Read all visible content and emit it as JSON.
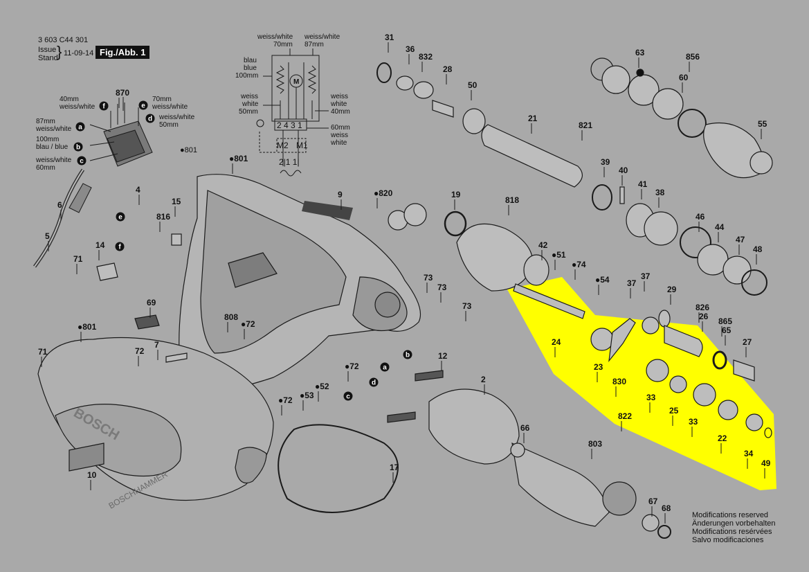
{
  "header": {
    "doc_number": "3 603 C44 301",
    "issue_label": "Issue",
    "stand_label": "Stand",
    "date": "11-09-14",
    "figure_label": "Fig./Abb. 1"
  },
  "modifications": [
    "Modifications reserved",
    "Änderungen vorbehalten",
    "Modifications resérvées",
    "Salvo modificaciones"
  ],
  "wiring": {
    "left_top": "weiss/white",
    "left_top_len": "70mm",
    "right_top": "weiss/white",
    "right_top_len": "87mm",
    "blue": "blau",
    "blue_en": "blue",
    "blue_len": "100mm",
    "left_mid": "weiss",
    "left_mid_en": "white",
    "left_mid_len": "50mm",
    "right_mid": "weiss",
    "right_mid_en": "white",
    "right_mid_len": "40mm",
    "right_low_len": "60mm",
    "right_low": "weiss",
    "right_low_en": "white",
    "terminals": "2 4 3 1",
    "motor": "M",
    "m2": "M2",
    "m1": "M1",
    "bottom_terms": "2|1  1|",
    "earth_symbol": "⏚"
  },
  "switch_labels": {
    "w40": "40mm",
    "w40b": "weiss/white",
    "w87": "87mm",
    "w87b": "weiss/white",
    "b100": "100mm",
    "b100b": "blau / blue",
    "w60": "weiss/white",
    "w60b": "60mm",
    "w70": "70mm",
    "w70b": "weiss/white",
    "w50a": "weiss/white",
    "w50b": "50mm"
  },
  "legend_dot": "●801",
  "callouts": [
    {
      "id": "c31",
      "text": "31"
    },
    {
      "id": "c36",
      "text": "36"
    },
    {
      "id": "c832",
      "text": "832"
    },
    {
      "id": "c28",
      "text": "28"
    },
    {
      "id": "c50",
      "text": "50"
    },
    {
      "id": "c21",
      "text": "21"
    },
    {
      "id": "c821",
      "text": "821"
    },
    {
      "id": "c63",
      "text": "63"
    },
    {
      "id": "c856",
      "text": "856"
    },
    {
      "id": "c60",
      "text": "60"
    },
    {
      "id": "c55",
      "text": "55"
    },
    {
      "id": "c39",
      "text": "39"
    },
    {
      "id": "c40",
      "text": "40"
    },
    {
      "id": "c41",
      "text": "41"
    },
    {
      "id": "c38",
      "text": "38"
    },
    {
      "id": "c46",
      "text": "46"
    },
    {
      "id": "c44",
      "text": "44"
    },
    {
      "id": "c47",
      "text": "47"
    },
    {
      "id": "c48",
      "text": "48"
    },
    {
      "id": "c870",
      "text": "870"
    },
    {
      "id": "c4",
      "text": "4"
    },
    {
      "id": "c6",
      "text": "6"
    },
    {
      "id": "c5",
      "text": "5"
    },
    {
      "id": "c801a",
      "text": "●801"
    },
    {
      "id": "c9",
      "text": "9"
    },
    {
      "id": "c820",
      "text": "●820"
    },
    {
      "id": "c19",
      "text": "19"
    },
    {
      "id": "c818",
      "text": "818"
    },
    {
      "id": "c42",
      "text": "42"
    },
    {
      "id": "c816",
      "text": "816"
    },
    {
      "id": "c15",
      "text": "15"
    },
    {
      "id": "c14",
      "text": "14"
    },
    {
      "id": "c71a",
      "text": "71"
    },
    {
      "id": "c69",
      "text": "69"
    },
    {
      "id": "c808",
      "text": "808"
    },
    {
      "id": "c72a",
      "text": "●72"
    },
    {
      "id": "c73a",
      "text": "73"
    },
    {
      "id": "c73b",
      "text": "73"
    },
    {
      "id": "c73c",
      "text": "73"
    },
    {
      "id": "c51",
      "text": "●51"
    },
    {
      "id": "c74",
      "text": "●74"
    },
    {
      "id": "c54",
      "text": "●54"
    },
    {
      "id": "c37a",
      "text": "37"
    },
    {
      "id": "c37b",
      "text": "37"
    },
    {
      "id": "c29",
      "text": "29"
    },
    {
      "id": "c826",
      "text": "826"
    },
    {
      "id": "c26",
      "text": "26"
    },
    {
      "id": "c865",
      "text": "865"
    },
    {
      "id": "c65",
      "text": "65"
    },
    {
      "id": "c27",
      "text": "27"
    },
    {
      "id": "c24",
      "text": "24"
    },
    {
      "id": "c23",
      "text": "23"
    },
    {
      "id": "c830",
      "text": "830"
    },
    {
      "id": "c33a",
      "text": "33"
    },
    {
      "id": "c25",
      "text": "25"
    },
    {
      "id": "c33b",
      "text": "33"
    },
    {
      "id": "c822",
      "text": "822"
    },
    {
      "id": "c22",
      "text": "22"
    },
    {
      "id": "c34",
      "text": "34"
    },
    {
      "id": "c49",
      "text": "49"
    },
    {
      "id": "c801b",
      "text": "●801"
    },
    {
      "id": "c71b",
      "text": "71"
    },
    {
      "id": "c72b",
      "text": "72"
    },
    {
      "id": "c7",
      "text": "7"
    },
    {
      "id": "c72c",
      "text": "●72"
    },
    {
      "id": "c53",
      "text": "●53"
    },
    {
      "id": "c52",
      "text": "●52"
    },
    {
      "id": "c72d",
      "text": "●72"
    },
    {
      "id": "c12",
      "text": "12"
    },
    {
      "id": "c2",
      "text": "2"
    },
    {
      "id": "c10",
      "text": "10"
    },
    {
      "id": "c17",
      "text": "17"
    },
    {
      "id": "c66",
      "text": "66"
    },
    {
      "id": "c803",
      "text": "803"
    },
    {
      "id": "c67",
      "text": "67"
    },
    {
      "id": "c68",
      "text": "68"
    }
  ],
  "letter_tags": [
    {
      "id": "ta",
      "text": "a"
    },
    {
      "id": "tb",
      "text": "b"
    },
    {
      "id": "tc",
      "text": "c"
    },
    {
      "id": "td",
      "text": "d"
    },
    {
      "id": "te",
      "text": "e"
    },
    {
      "id": "tf",
      "text": "f"
    },
    {
      "id": "te2",
      "text": "e"
    },
    {
      "id": "tf2",
      "text": "f"
    },
    {
      "id": "ta2",
      "text": "a"
    },
    {
      "id": "tb2",
      "text": "b"
    },
    {
      "id": "tc2",
      "text": "c"
    },
    {
      "id": "td2",
      "text": "d"
    }
  ],
  "brand_text": "BOSCH",
  "model_text": "BOSCHHAMMER",
  "colors": {
    "background": "#a9a9a9",
    "highlight": "#ffff00",
    "line": "#1a1a1a",
    "part_fill": "#bdbdbd",
    "part_dark": "#6e6e6e"
  }
}
